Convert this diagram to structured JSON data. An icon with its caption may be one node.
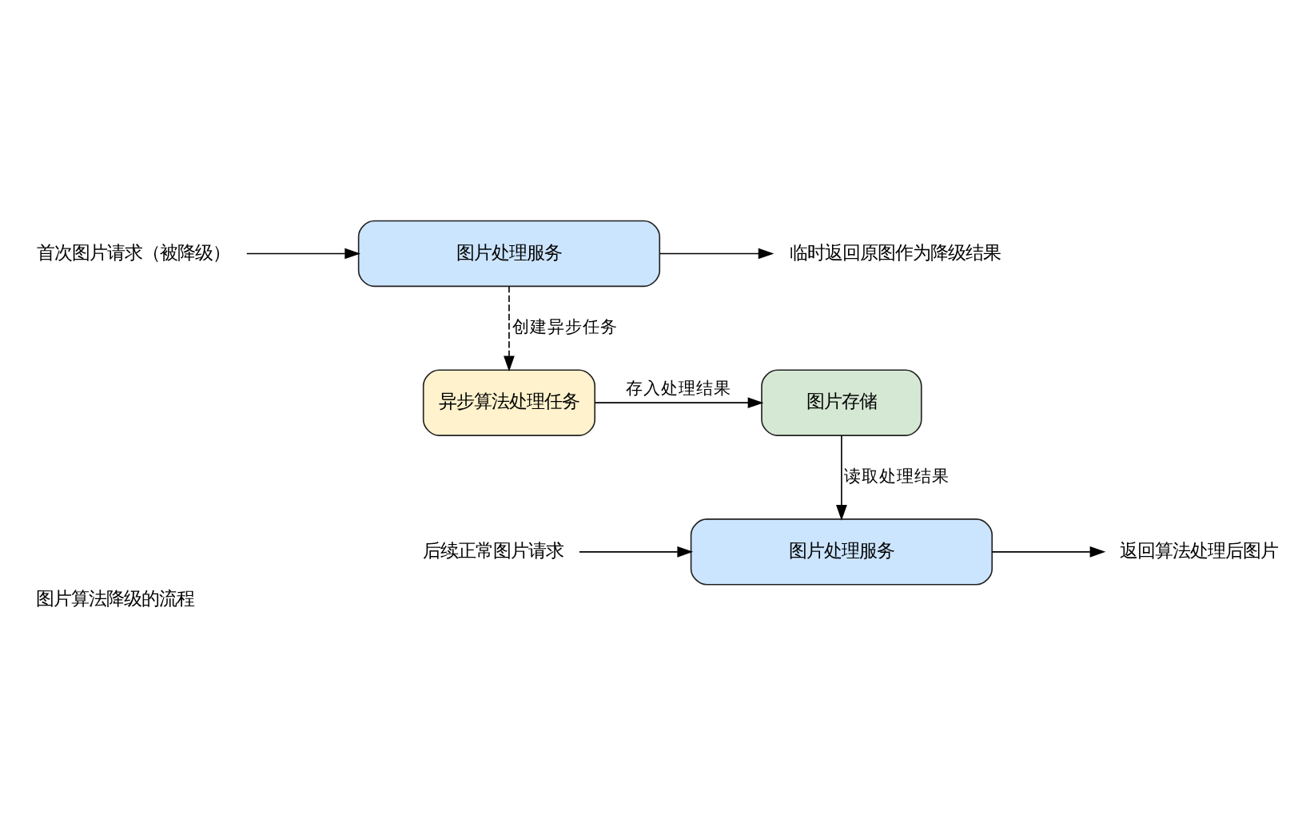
{
  "diagram": {
    "caption": "图片算法降级的流程",
    "nodes": [
      {
        "text": [
          "首次图片请求（被降级）"
        ]
      },
      {
        "text": [
          "图片处理服务"
        ]
      },
      {
        "text": [
          "临时返回原图作为降级结果"
        ]
      },
      {
        "text": [
          "异步算法处理任务"
        ]
      },
      {
        "text": [
          "图片存储"
        ]
      },
      {
        "text": [
          "后续正常图片请求"
        ]
      },
      {
        "text": [
          "图片处理服务"
        ]
      },
      {
        "text": [
          "返回算法处理后图片"
        ]
      }
    ],
    "edges": [
      {
        "from": 0,
        "to": 1,
        "arrow": "to"
      },
      {
        "from": 1,
        "to": 2,
        "arrow": "to"
      },
      {
        "from": 1,
        "to": 3,
        "arrow": "to",
        "style": "dashed",
        "label": "创建异步任务"
      },
      {
        "from": 3,
        "to": 4,
        "arrow": "to",
        "label": "存入处理结果"
      },
      {
        "from": 4,
        "to": 6,
        "arrow": "to",
        "label": "读取处理结果"
      },
      {
        "from": 5,
        "to": 6,
        "arrow": "to"
      },
      {
        "from": 6,
        "to": 7,
        "arrow": "to"
      }
    ]
  }
}
